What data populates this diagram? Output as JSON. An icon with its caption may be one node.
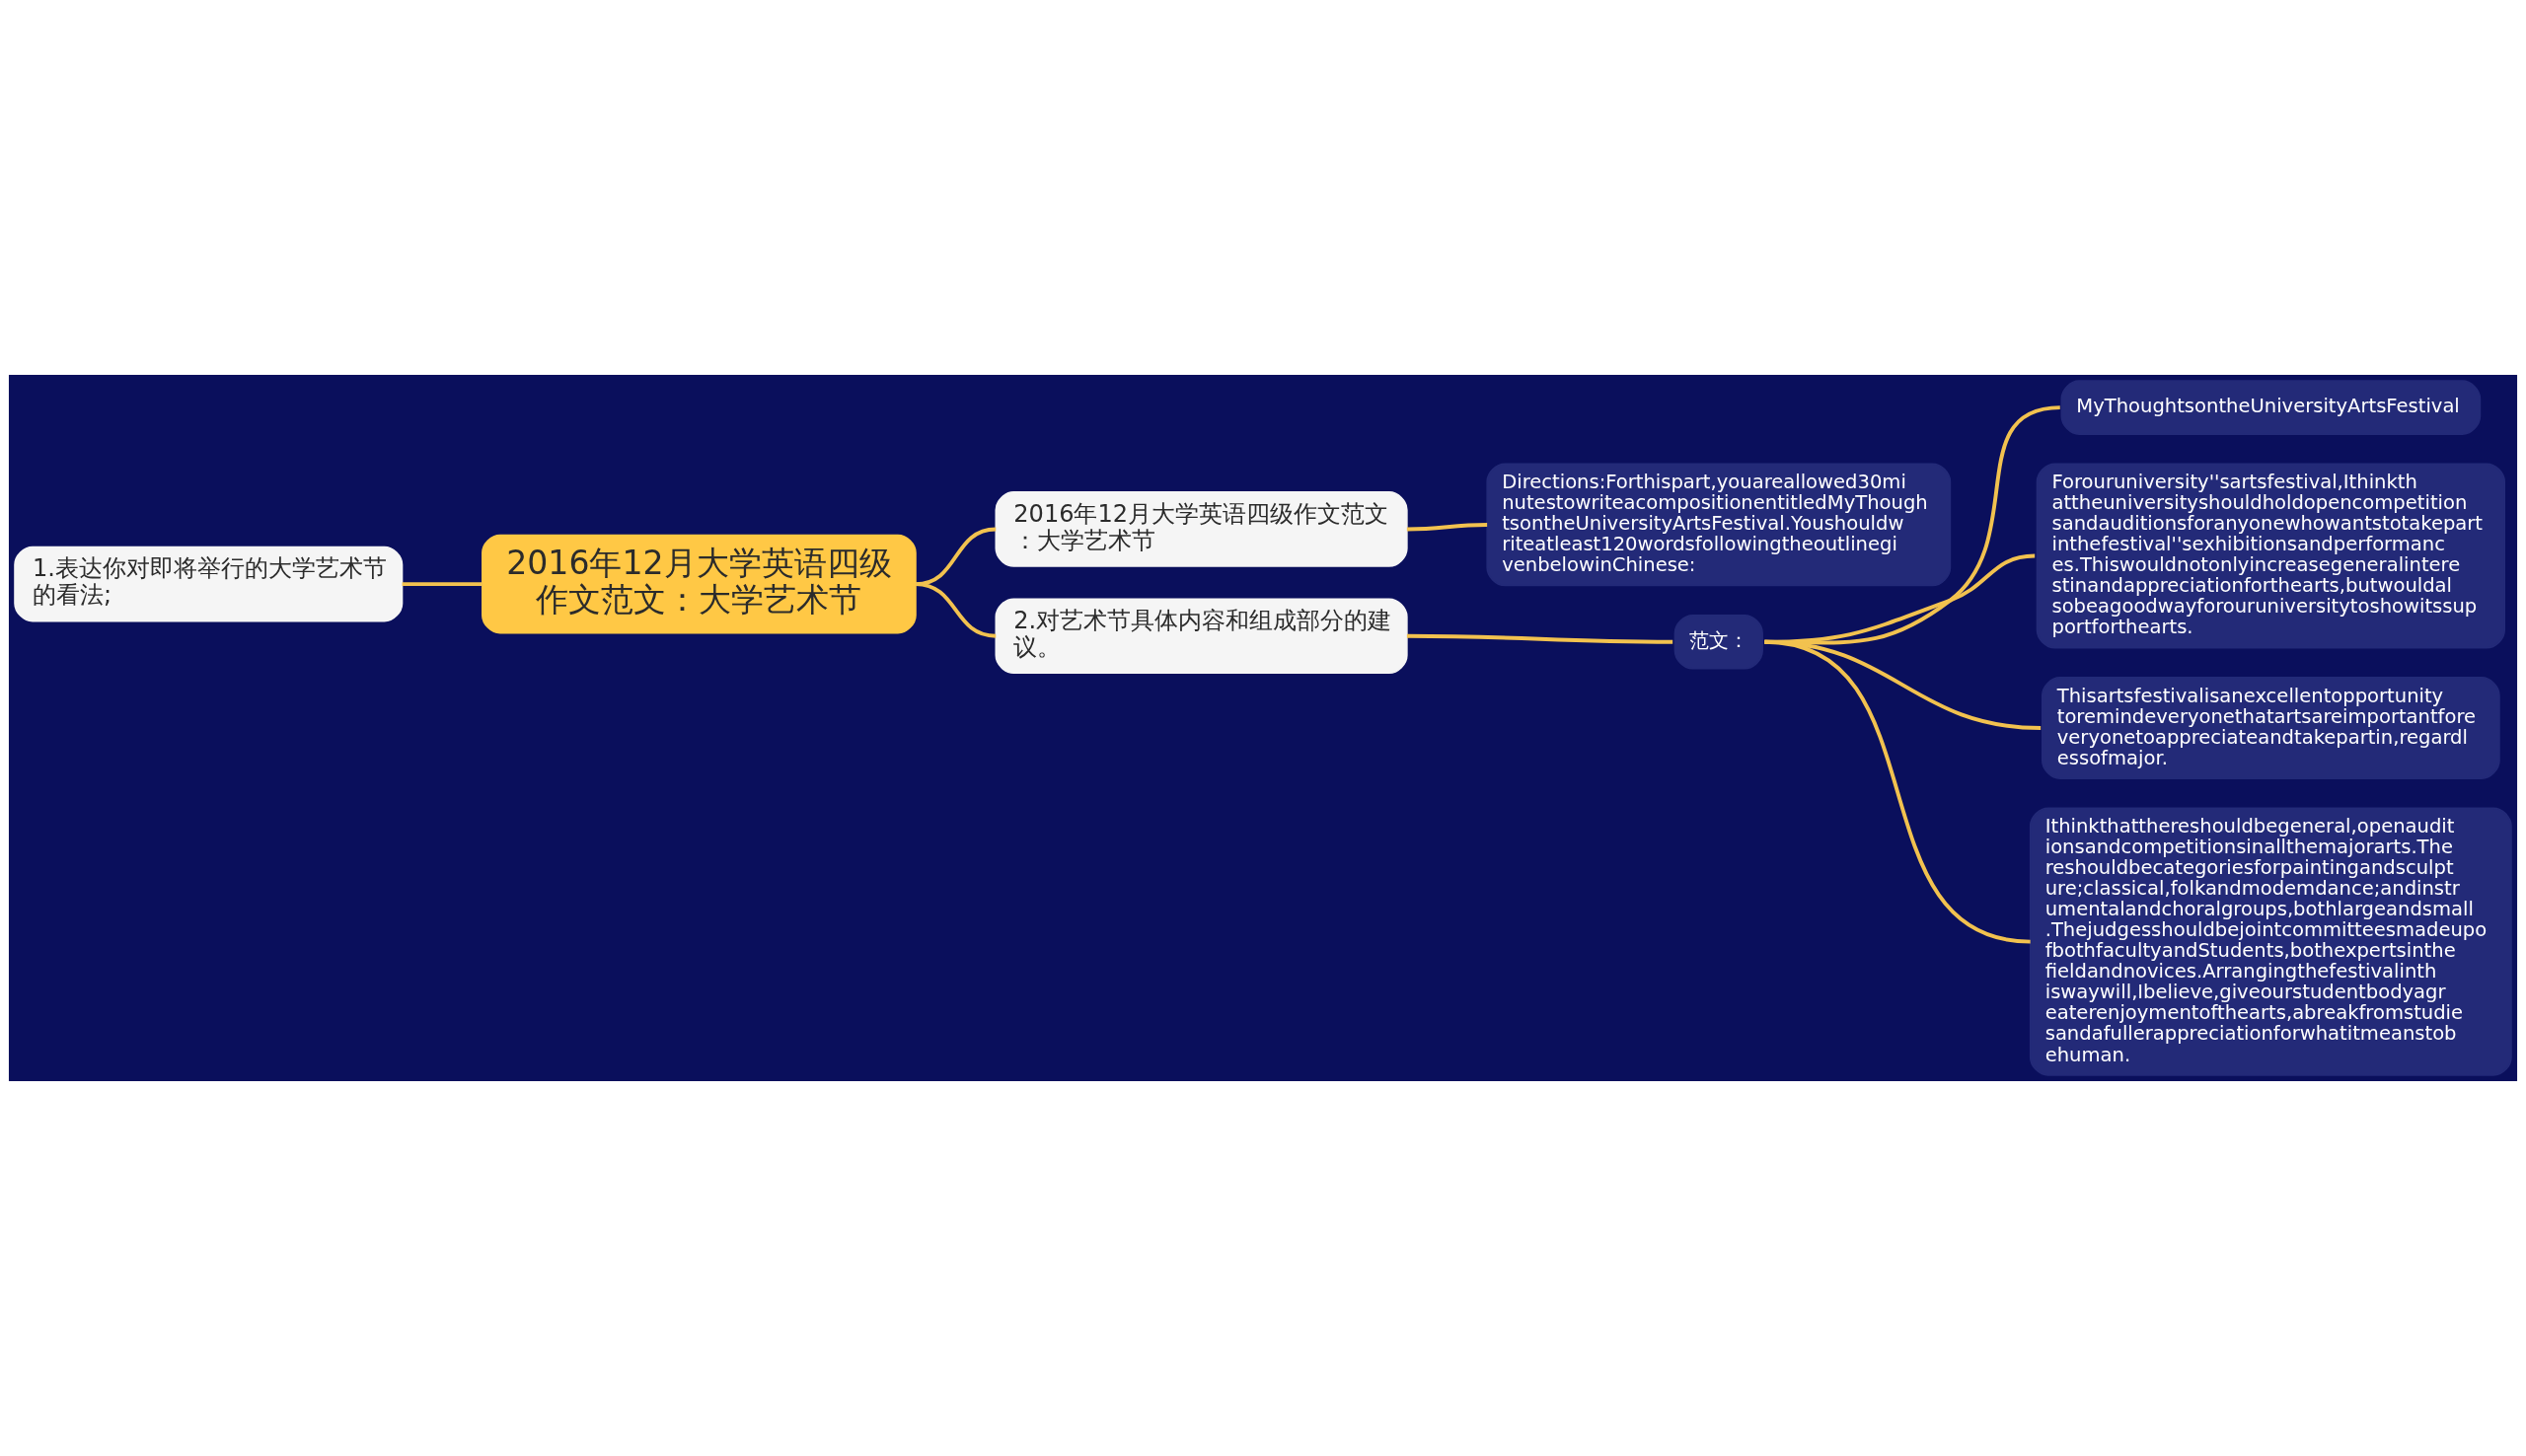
{
  "diagram": {
    "nodes": [
      {
        "text": [
          "2016年12月大学英语四级作文范文：大学艺术节"
        ]
      },
      {
        "text": [
          "1.表达你对即将举行的大学艺术节的看法;"
        ]
      },
      {
        "text": [
          "2016年12月大学英语四级作文范文：大学艺术节"
        ]
      },
      {
        "text": [
          "Directions:Forthispart,youareallowed30minutestowriteacompositionentitledMyThoughtsontheUniversityArtsFestival.Youshouldwriteatleast120wordsfollowingtheoutlinegivenbelowinChinese:"
        ]
      },
      {
        "text": [
          "2.对艺术节具体内容和组成部分的建议。"
        ]
      },
      {
        "text": [
          "范文："
        ]
      },
      {
        "text": [
          "MyThoughtsontheUniversityArtsFestival"
        ]
      },
      {
        "text": [
          "Forouruniversity''sartsfestival,Ithinkthattheuniversityshouldholdopencompetitionsandauditionsforanyonewhowantstotakepartinthefestival''sexhibitionsandperformances.Thiswouldnotonlyincreasegeneralinterestinandappreciationforthearts,butwouldalsobeagoodwayforouruniversitytoshowitssupportforthearts."
        ]
      },
      {
        "text": [
          "Thisartsfestivalisanexcellentopportunitytoremindeveryonethatartsareimportantforeveryonetoappreciateandtakepartin,regardlessofmajor."
        ]
      },
      {
        "text": [
          "Ithinkthatthereshouldbegeneral,openauditionsandcompetitionsinallthemajorarts.Thereshouldbecategoriesforpaintingandsculpture;classical,folkandmodemdance;andinstrumentalandchoralgroups,bothlargeandsmall.ThejudgesshouldbejointcommitteesmadeupofbothfacultyandStudents,bothexpertsinthefieldandnovices.Arrangingthefestivalinthiswaywill,Ibelieve,giveourstudentbodyagreaterenjoymentofthearts,abreakfromstudiesandafullerappreciationforwhatitmeanstobehuman."
        ]
      }
    ],
    "edges": [
      {
        "from": 0,
        "to": 1,
        "arrow": "none"
      },
      {
        "from": 0,
        "to": 2,
        "arrow": "none"
      },
      {
        "from": 0,
        "to": 4,
        "arrow": "none"
      },
      {
        "from": 2,
        "to": 3,
        "arrow": "none"
      },
      {
        "from": 4,
        "to": 5,
        "arrow": "none"
      },
      {
        "from": 5,
        "to": 6,
        "arrow": "none"
      },
      {
        "from": 5,
        "to": 7,
        "arrow": "none"
      },
      {
        "from": 5,
        "to": 8,
        "arrow": "none"
      },
      {
        "from": 5,
        "to": 9,
        "arrow": "none"
      }
    ]
  }
}
